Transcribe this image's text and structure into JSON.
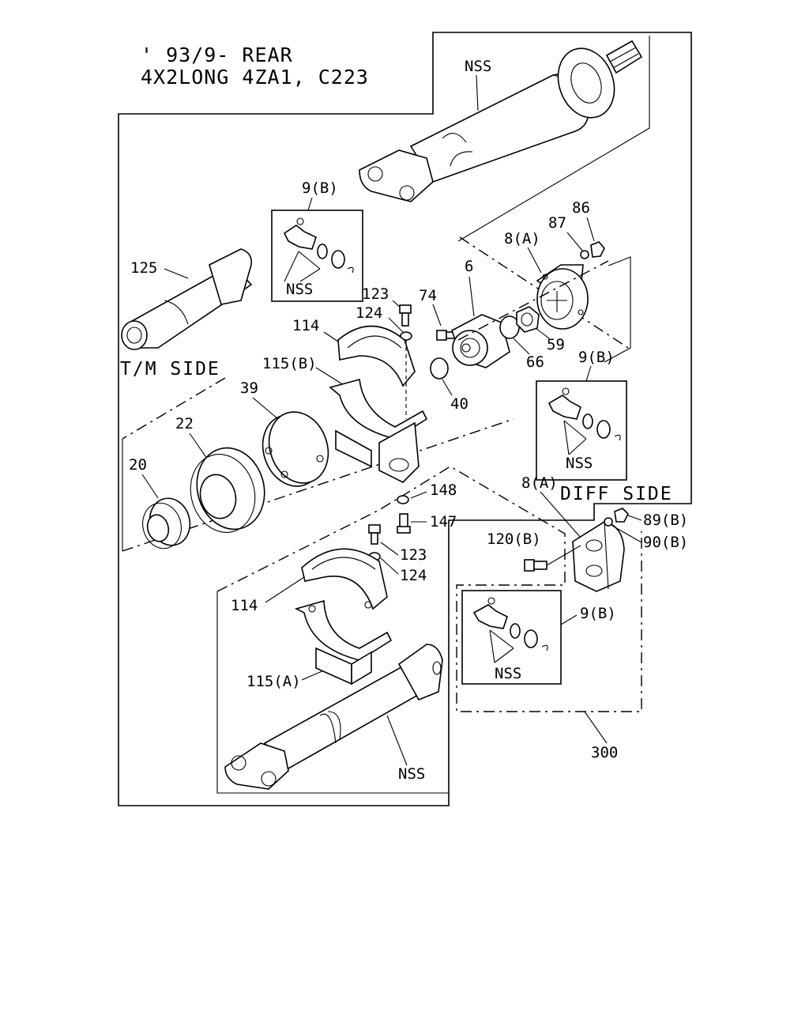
{
  "header": {
    "line1": "' 93/9- REAR",
    "line2": "4X2LONG 4ZA1, C223"
  },
  "sides": {
    "tm": "T/M SIDE",
    "diff": "DIFF SIDE"
  },
  "labels": {
    "nss_top": "NSS",
    "nss_box_tl": "NSS",
    "nss_box_r": "NSS",
    "nss_box_br": "NSS",
    "nss_bottom": "NSS",
    "p9b_tl": "9(B)",
    "p9b_r": "9(B)",
    "p9b_br": "9(B)",
    "p125": "125",
    "p123_top": "123",
    "p124_top": "124",
    "p74": "74",
    "p6": "6",
    "p8a_top": "8(A)",
    "p87": "87",
    "p86": "86",
    "p59": "59",
    "p66": "66",
    "p40": "40",
    "p114_top": "114",
    "p115b": "115(B)",
    "p39": "39",
    "p22": "22",
    "p20": "20",
    "p148": "148",
    "p147": "147",
    "p123_bot": "123",
    "p124_bot": "124",
    "p114_bot": "114",
    "p115a": "115(A)",
    "p8a_bot": "8(A)",
    "p120b": "120(B)",
    "p89b": "89(B)",
    "p90b": "90(B)",
    "p300": "300"
  }
}
